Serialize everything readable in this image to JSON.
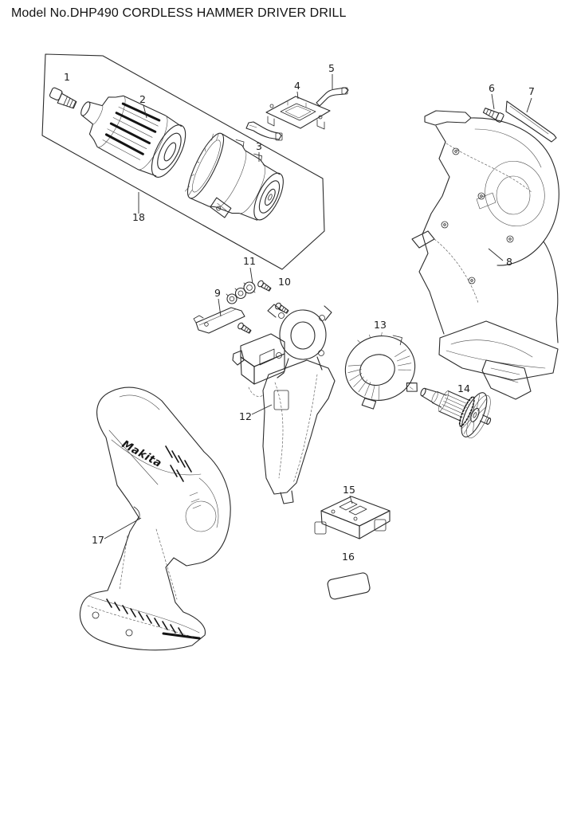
{
  "title": "Model No.DHP490 CORDLESS HAMMER DRIVER DRILL",
  "brand_logo": "Makita",
  "ink_color": "#2b2b2b",
  "part_labels": {
    "p1": "1",
    "p2": "2",
    "p3": "3",
    "p4": "4",
    "p5": "5",
    "p6": "6",
    "p7": "7",
    "p8": "8",
    "p9": "9",
    "p10": "10",
    "p11": "11",
    "p12": "12",
    "p13": "13",
    "p14": "14",
    "p15": "15",
    "p16": "16",
    "p17": "17",
    "p18": "18"
  }
}
